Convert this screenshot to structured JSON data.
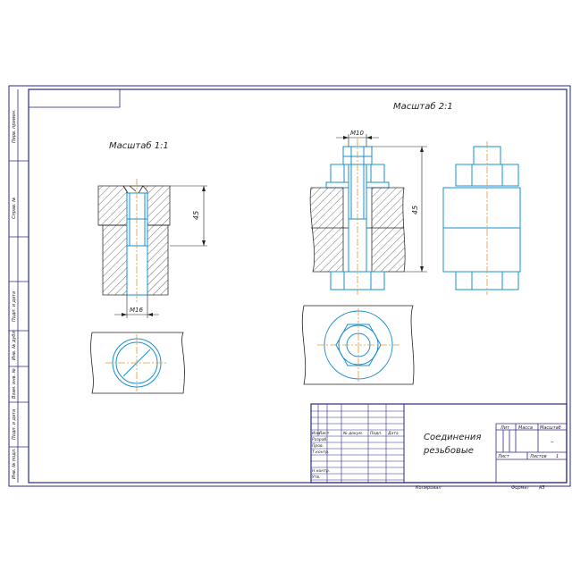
{
  "sheet": {
    "scale_left": "Масштаб 1:1",
    "scale_right": "Масштаб 2:1",
    "dim_45_left": "45",
    "dim_m16": "M16",
    "dim_m10": "M10",
    "dim_45_right": "45"
  },
  "side_strip": {
    "labels": [
      "Перв. примен.",
      "Справ. №",
      "Подп. и дата",
      "Инв. № дубл.",
      "Взам. инв. №",
      "Подп. и дата",
      "Инв. № подл."
    ]
  },
  "title_block": {
    "title_line1": "Соединения",
    "title_line2": "резьбовые",
    "col_izm": "Изм",
    "col_list": "Лист",
    "col_doc": "№ докум.",
    "col_podp": "Подп.",
    "col_data": "Дата",
    "row_razrab": "Разраб.",
    "row_prov": "Пров.",
    "row_tkontr": "Т.контр.",
    "row_nkontr": "Н.контр.",
    "row_utv": "Утв.",
    "lit": "Лит",
    "massa": "Масса",
    "masshtab": "Масштаб",
    "masshtab_val": "–",
    "list": "Лист",
    "listov": "Листов",
    "listov_val": "1",
    "kopiroval": "Копировал",
    "format": "Формат",
    "format_val": "А3"
  }
}
